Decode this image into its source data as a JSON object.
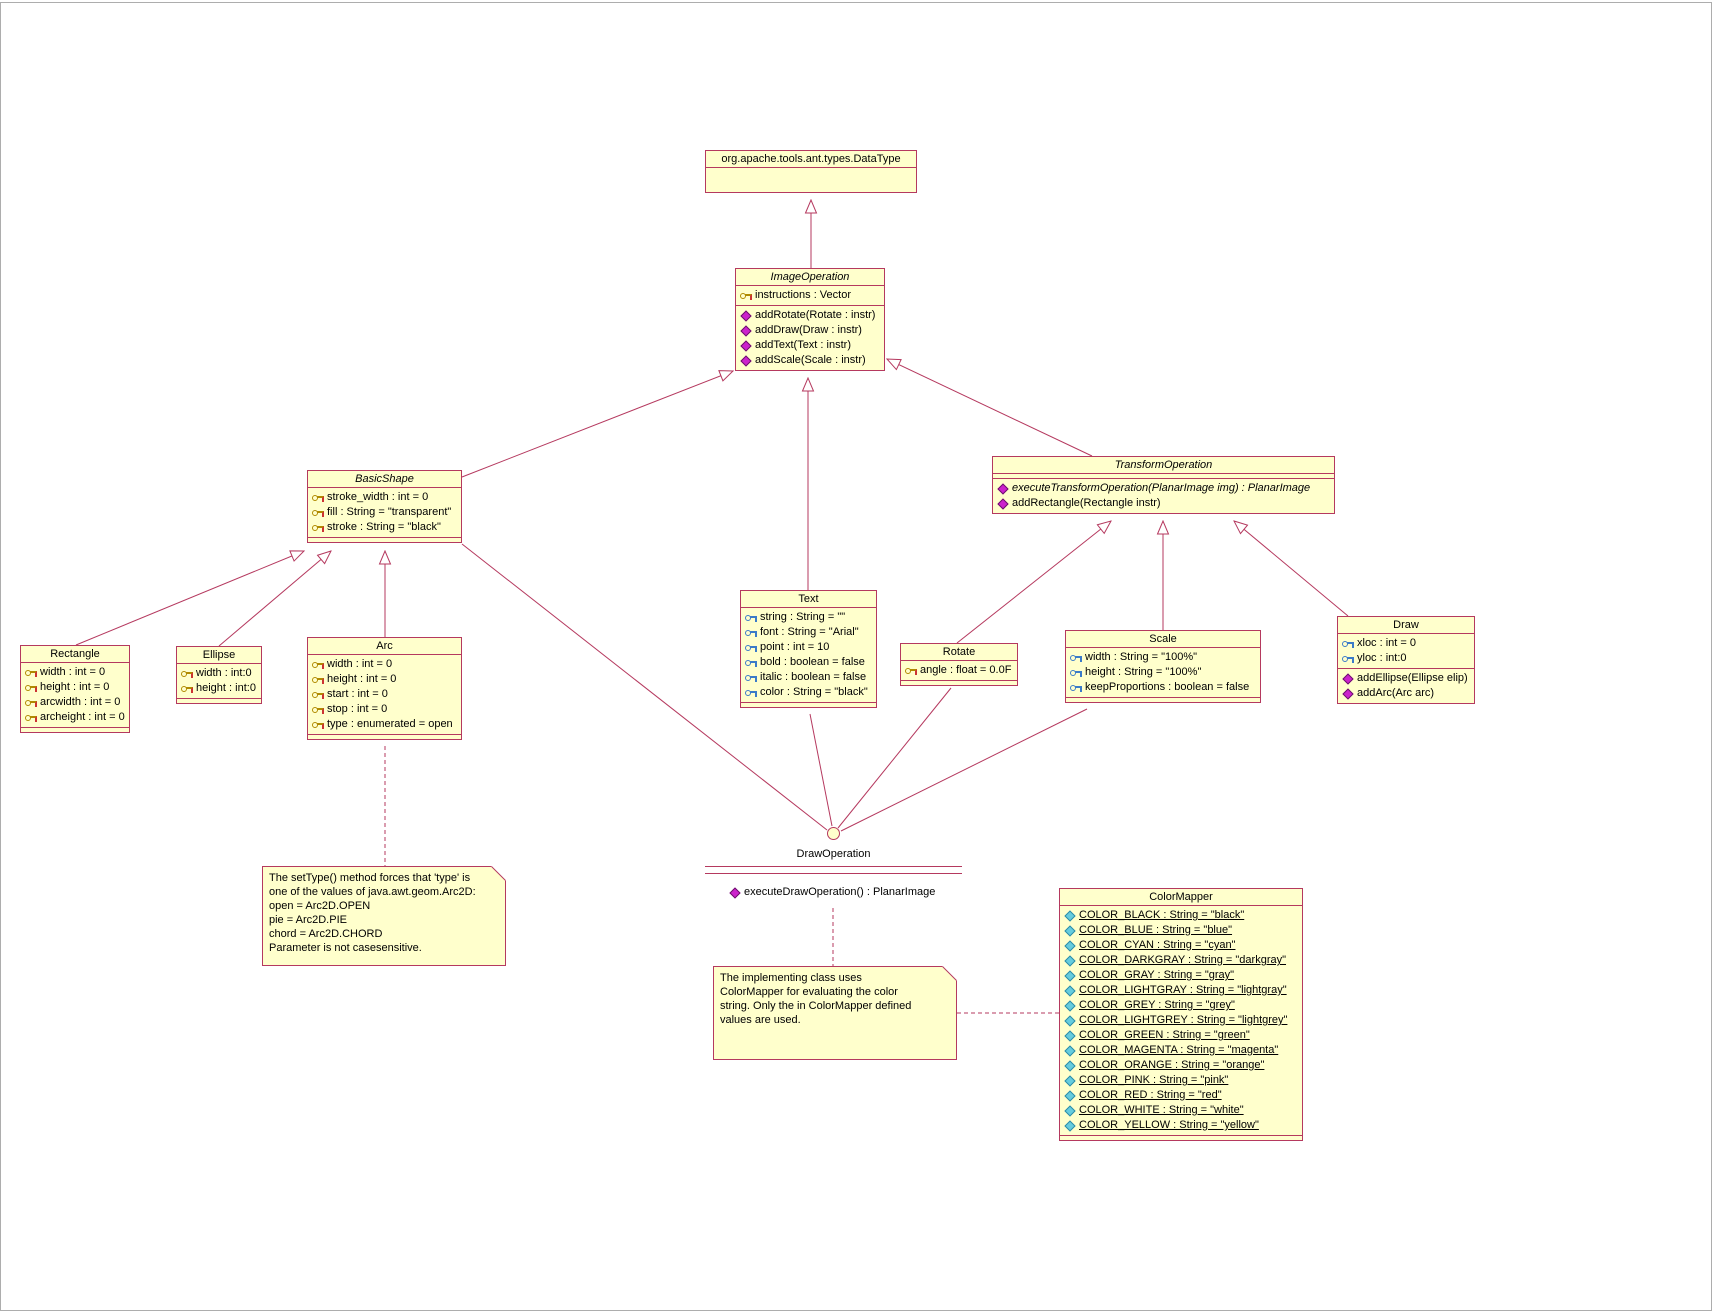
{
  "diagram": {
    "type": "uml-class-diagram",
    "colors": {
      "background": "#ffffff",
      "box_fill": "#ffffcc",
      "box_border": "#b5395f",
      "line_color": "#b5395f",
      "text_color": "#000000",
      "method_icon": "#cc22cc",
      "key_icon": "#b08a00",
      "key_icon_accent": "#cc3333",
      "blue_icon": "#3b7bc8",
      "static_icon": "#66ccdd",
      "static_icon_border": "#2d8ca8"
    }
  },
  "classes": {
    "datatype": {
      "name": "org.apache.tools.ant.types.DataType",
      "attributes": [],
      "methods": []
    },
    "image_operation": {
      "name": "ImageOperation",
      "abstract": true,
      "attributes": [
        "instructions : Vector"
      ],
      "methods": [
        "addRotate(Rotate : instr)",
        "addDraw(Draw : instr)",
        "addText(Text : instr)",
        "addScale(Scale : instr)"
      ]
    },
    "basic_shape": {
      "name": "BasicShape",
      "abstract": true,
      "attributes": [
        "stroke_width : int = 0",
        "fill : String = \"transparent\"",
        "stroke : String = \"black\""
      ],
      "methods": []
    },
    "transform_operation": {
      "name": "TransformOperation",
      "abstract": true,
      "attributes": [],
      "methods": [
        {
          "text": "executeTransformOperation(PlanarImage img) : PlanarImage",
          "italic": true
        },
        "addRectangle(Rectangle instr)"
      ]
    },
    "rectangle": {
      "name": "Rectangle",
      "attributes": [
        "width : int = 0",
        "height : int = 0",
        "arcwidth : int = 0",
        "archeight : int = 0"
      ],
      "methods": []
    },
    "ellipse": {
      "name": "Ellipse",
      "attributes": [
        "width : int:0",
        "height : int:0"
      ],
      "methods": []
    },
    "arc": {
      "name": "Arc",
      "attributes": [
        "width : int = 0",
        "height : int = 0",
        "start : int = 0",
        "stop : int = 0",
        "type : enumerated = open"
      ],
      "methods": []
    },
    "text": {
      "name": "Text",
      "attributes": [
        "string : String = \"\"",
        "font : String = \"Arial\"",
        "point : int = 10",
        "bold : boolean = false",
        "italic : boolean = false",
        "color : String = \"black\""
      ],
      "methods": []
    },
    "rotate": {
      "name": "Rotate",
      "attributes": [
        "angle : float = 0.0F"
      ],
      "methods": []
    },
    "scale": {
      "name": "Scale",
      "attributes": [
        "width : String = \"100%\"",
        "height : String = \"100%\"",
        "keepProportions : boolean = false"
      ],
      "methods": []
    },
    "draw": {
      "name": "Draw",
      "attributes": [
        "xloc : int = 0",
        "yloc : int:0"
      ],
      "methods": [
        "addEllipse(Ellipse elip)",
        "addArc(Arc arc)"
      ]
    },
    "colormapper": {
      "name": "ColorMapper",
      "attributes": [
        "COLOR_BLACK : String = \"black\"",
        "COLOR_BLUE : String = \"blue\"",
        "COLOR_CYAN : String = \"cyan\"",
        "COLOR_DARKGRAY : String = \"darkgray\"",
        "COLOR_GRAY : String = \"gray\"",
        "COLOR_LIGHTGRAY : String = \"lightgray\"",
        "COLOR_GREY : String = \"grey\"",
        "COLOR_LIGHTGREY : String = \"lightgrey\"",
        "COLOR_GREEN : String = \"green\"",
        "COLOR_MAGENTA : String = \"magenta\"",
        "COLOR_ORANGE : String = \"orange\"",
        "COLOR_PINK : String = \"pink\"",
        "COLOR_RED : String = \"red\"",
        "COLOR_WHITE : String = \"white\"",
        "COLOR_YELLOW : String = \"yellow\""
      ],
      "methods": []
    }
  },
  "interface_lollipop": {
    "name": "DrawOperation",
    "method": "executeDrawOperation() : PlanarImage"
  },
  "notes": {
    "arc_note": {
      "lines": [
        "The setType() method forces that 'type' is",
        "one of the values of java.awt.geom.Arc2D:",
        "open = Arc2D.OPEN",
        "pie = Arc2D.PIE",
        "chord = Arc2D.CHORD",
        "Parameter is not casesensitive."
      ]
    },
    "colormapper_note": {
      "lines": [
        "The implementing class uses",
        "ColorMapper for evaluating the color",
        "string. Only the in ColorMapper defined",
        "values are used."
      ]
    }
  },
  "relationships": {
    "generalizations": [
      {
        "from": "ImageOperation",
        "to": "org.apache.tools.ant.types.DataType"
      },
      {
        "from": "BasicShape",
        "to": "ImageOperation"
      },
      {
        "from": "Text",
        "to": "ImageOperation"
      },
      {
        "from": "TransformOperation",
        "to": "ImageOperation"
      },
      {
        "from": "Rectangle",
        "to": "BasicShape"
      },
      {
        "from": "Ellipse",
        "to": "BasicShape"
      },
      {
        "from": "Arc",
        "to": "BasicShape"
      },
      {
        "from": "Rotate",
        "to": "TransformOperation"
      },
      {
        "from": "Scale",
        "to": "TransformOperation"
      },
      {
        "from": "Draw",
        "to": "TransformOperation"
      }
    ],
    "realizations": [
      {
        "from": "BasicShape",
        "to": "DrawOperation"
      },
      {
        "from": "Text",
        "to": "DrawOperation"
      },
      {
        "from": "Rotate",
        "to": "DrawOperation"
      },
      {
        "from": "Scale",
        "to": "DrawOperation"
      }
    ],
    "note_links": [
      {
        "from": "Arc",
        "to": "arc_note"
      },
      {
        "from": "DrawOperation",
        "to": "colormapper_note"
      },
      {
        "from": "colormapper_note",
        "to": "ColorMapper"
      }
    ]
  }
}
